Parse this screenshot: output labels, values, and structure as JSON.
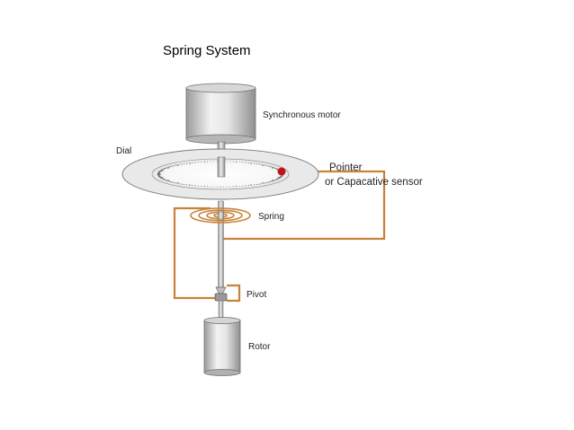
{
  "diagram": {
    "title": "Spring System",
    "labels": {
      "motor": "Synchronous motor",
      "dial": "Dial",
      "pointer": "Pointer",
      "sensor": "or Capacative sensor",
      "spring": "Spring",
      "pivot": "Pivot",
      "rotor": "Rotor"
    },
    "colors": {
      "wire": "#c8823a",
      "pointer_dot": "#c0141c",
      "metal_light": "#f4f4f4",
      "metal_dark": "#8c8c8c",
      "outline": "#6f6f6f"
    }
  }
}
